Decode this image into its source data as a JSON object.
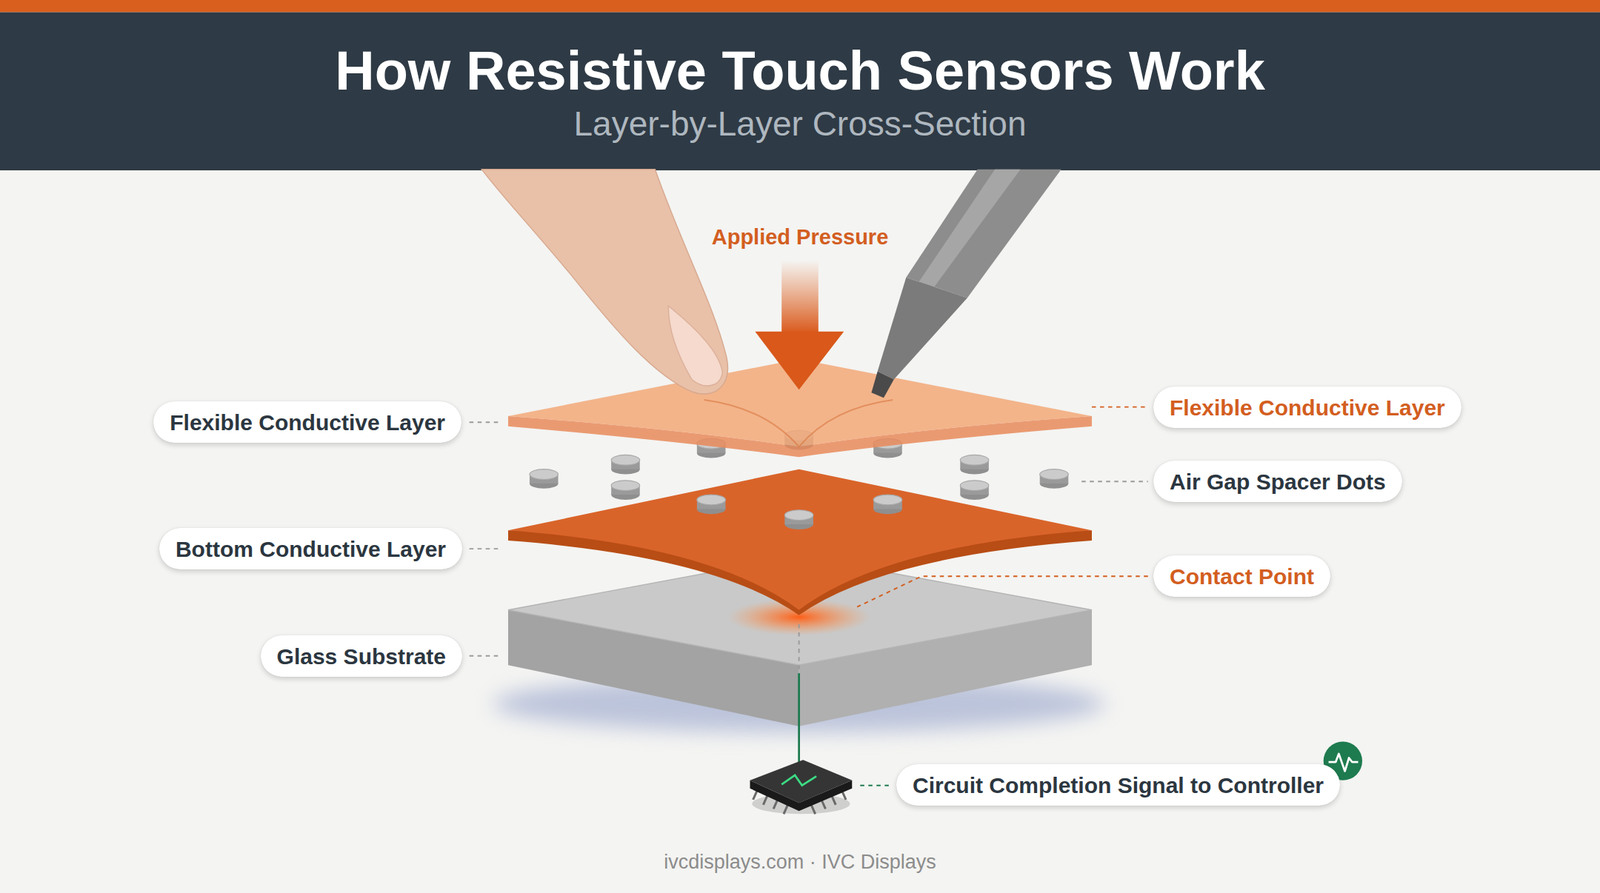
{
  "diagram": {
    "title": "How Resistive Touch Sensors Work",
    "nodes": [
      {
        "text": [
          "Flexible Conductive Layer"
        ]
      },
      {
        "text": [
          "Flexible Conductive Layer"
        ]
      },
      {
        "text": [
          "Air Gap Spacer Dots"
        ]
      },
      {
        "text": [
          "Bottom Conductive Layer"
        ]
      },
      {
        "text": [
          "Contact Point"
        ]
      },
      {
        "text": [
          "Glass Substrate"
        ]
      },
      {
        "text": [
          "Circuit Completion Signal to Controller"
        ]
      }
    ],
    "labels": [
      "Layer-by-Layer Cross-Section",
      "Applied Pressure",
      "ivcdisplays.com · IVC Displays"
    ]
  }
}
